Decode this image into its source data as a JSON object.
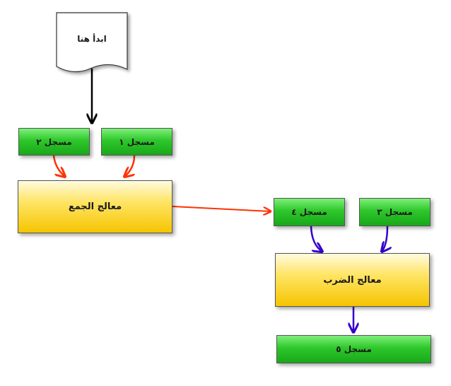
{
  "start": {
    "label": "ابدأ هنا"
  },
  "registers": {
    "r1": "مسجل ١",
    "r2": "مسجل ٢",
    "r3": "مسجل ٣",
    "r4": "مسجل ٤",
    "r5": "مسجل ٥"
  },
  "processors": {
    "add": "معالج الجمع",
    "multiply": "معالج الضرب"
  },
  "colors": {
    "black_arrow": "#000000",
    "red_arrow": "#ff3300",
    "blue_arrow": "#3300cc"
  }
}
